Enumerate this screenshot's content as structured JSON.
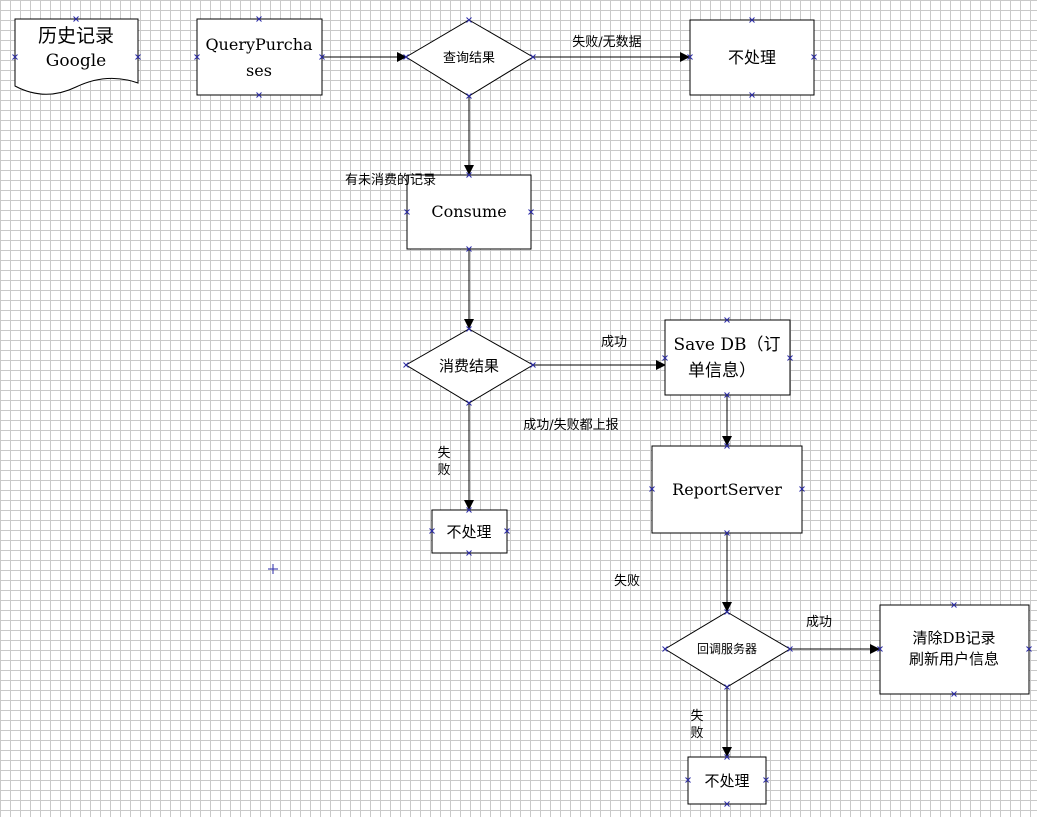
{
  "nodes": {
    "history": {
      "lines": [
        "历史记录",
        "Google"
      ]
    },
    "query": {
      "lines": [
        "QueryPurcha",
        "ses"
      ]
    },
    "query_result": {
      "lines": [
        "查询结果"
      ]
    },
    "no_process_1": {
      "lines": [
        "不处理"
      ]
    },
    "consume": {
      "lines": [
        "Consume"
      ]
    },
    "consume_result": {
      "lines": [
        "消费结果"
      ]
    },
    "save_db": {
      "lines": [
        "Save DB（订",
        "单信息）"
      ]
    },
    "no_process_2": {
      "lines": [
        "不处理"
      ]
    },
    "report_server": {
      "lines": [
        "ReportServer"
      ]
    },
    "callback_server": {
      "lines": [
        "回调服务器"
      ]
    },
    "clear_db": {
      "lines": [
        "清除DB记录",
        "刷新用户信息"
      ]
    },
    "no_process_3": {
      "lines": [
        "不处理"
      ]
    }
  },
  "edges": {
    "query_fail": "失败/无数据",
    "has_unconsumed": "有未消费的记录",
    "consume_success": "成功",
    "report_both": "成功/失败都上报",
    "consume_fail": [
      "失",
      "败"
    ],
    "report_fail": "失败",
    "callback_success": "成功",
    "callback_fail": [
      "失",
      "败"
    ]
  },
  "colors": {
    "grid": "#c9c9c9",
    "stroke": "#000000",
    "handle": "#2a2aa8"
  }
}
